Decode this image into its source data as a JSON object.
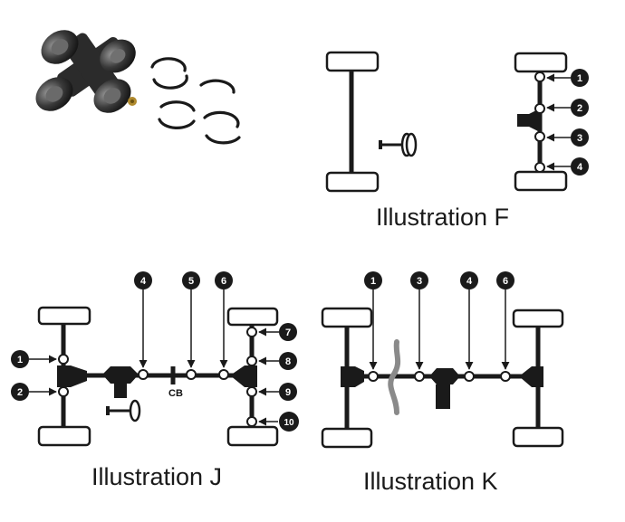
{
  "illustrations": {
    "f": {
      "caption": "Illustration F",
      "callouts": [
        "1",
        "2",
        "3",
        "4"
      ]
    },
    "j": {
      "caption": "Illustration J",
      "callouts": [
        "1",
        "2",
        "4",
        "5",
        "6",
        "7",
        "8",
        "9",
        "10"
      ],
      "label_cb": "CB"
    },
    "k": {
      "caption": "Illustration K",
      "callouts": [
        "1",
        "3",
        "4",
        "6"
      ]
    }
  },
  "photo": {
    "subject": "u-joint-with-clips"
  },
  "colors": {
    "ink": "#1a1a1a",
    "tire_fill": "#ffffff",
    "exhaust": "#8a8a8a",
    "joint_fill": "#ffffff"
  },
  "icons": [
    "steering-wheel-icon",
    "u-joint-icon",
    "retaining-clip-icon"
  ]
}
